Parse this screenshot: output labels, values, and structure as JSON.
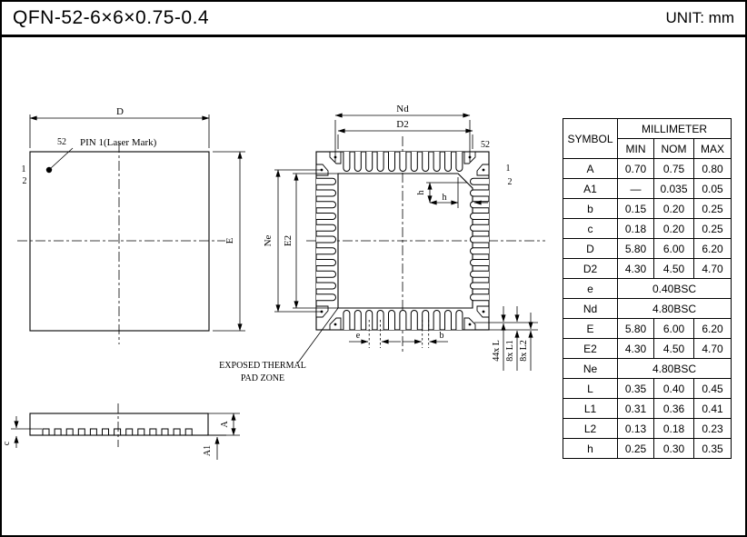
{
  "header": {
    "title": "QFN-52-6×6×0.75-0.4",
    "unit": "UNIT: mm"
  },
  "top_view": {
    "dim_d": "D",
    "dim_e": "E",
    "pin52_label": "52",
    "pin1_mark_label": "PIN 1(Laser Mark)",
    "pin1_label": "1",
    "pin2_label": "2"
  },
  "bottom_view": {
    "dim_nd": "Nd",
    "dim_d2": "D2",
    "dim_ne": "Ne",
    "dim_e2": "E2",
    "pin52_label": "52",
    "pin1_label": "1",
    "pin2_label": "2",
    "dim_h_vertical": "h",
    "dim_h_horizontal": "h",
    "dim_e": "e",
    "dim_b": "b",
    "dim_l": "44x L",
    "dim_l1": "8x L1",
    "dim_l2": "8x L2",
    "thermal_label_line1": "EXPOSED THERMAL",
    "thermal_label_line2": "PAD ZONE"
  },
  "side_view": {
    "dim_c": "c",
    "dim_a": "A",
    "dim_a1": "A1"
  },
  "table": {
    "symbol_header": "SYMBOL",
    "unit_header": "MILLIMETER",
    "col_min": "MIN",
    "col_nom": "NOM",
    "col_max": "MAX",
    "rows": [
      {
        "symbol": "A",
        "min": "0.70",
        "nom": "0.75",
        "max": "0.80"
      },
      {
        "symbol": "A1",
        "min": "—",
        "nom": "0.035",
        "max": "0.05"
      },
      {
        "symbol": "b",
        "min": "0.15",
        "nom": "0.20",
        "max": "0.25"
      },
      {
        "symbol": "c",
        "min": "0.18",
        "nom": "0.20",
        "max": "0.25"
      },
      {
        "symbol": "D",
        "min": "5.80",
        "nom": "6.00",
        "max": "6.20"
      },
      {
        "symbol": "D2",
        "min": "4.30",
        "nom": "4.50",
        "max": "4.70"
      },
      {
        "symbol": "e",
        "span": "0.40BSC"
      },
      {
        "symbol": "Nd",
        "span": "4.80BSC"
      },
      {
        "symbol": "E",
        "min": "5.80",
        "nom": "6.00",
        "max": "6.20"
      },
      {
        "symbol": "E2",
        "min": "4.30",
        "nom": "4.50",
        "max": "4.70"
      },
      {
        "symbol": "Ne",
        "span": "4.80BSC"
      },
      {
        "symbol": "L",
        "min": "0.35",
        "nom": "0.40",
        "max": "0.45"
      },
      {
        "symbol": "L1",
        "min": "0.31",
        "nom": "0.36",
        "max": "0.41"
      },
      {
        "symbol": "L2",
        "min": "0.13",
        "nom": "0.18",
        "max": "0.23"
      },
      {
        "symbol": "h",
        "min": "0.25",
        "nom": "0.30",
        "max": "0.35"
      }
    ]
  },
  "colors": {
    "line": "#000000",
    "background": "#ffffff"
  }
}
